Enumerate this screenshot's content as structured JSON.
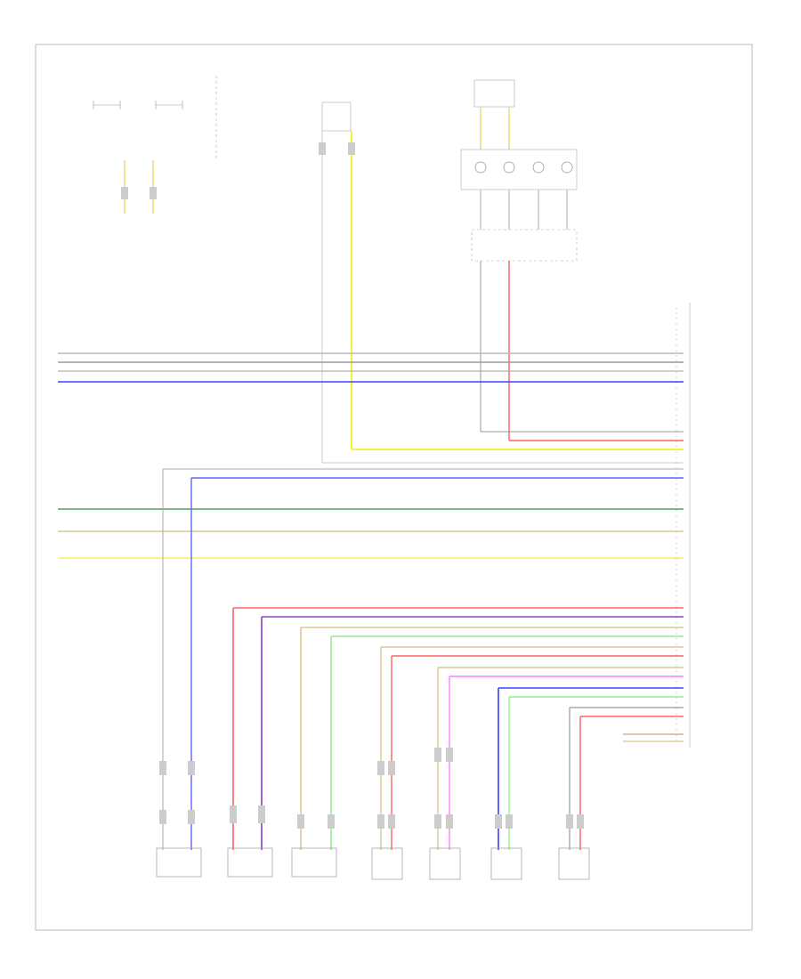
{
  "page_number": "",
  "components": [
    {
      "id": "c1",
      "label": ""
    },
    {
      "id": "c2",
      "label": ""
    },
    {
      "id": "c3",
      "label": ""
    },
    {
      "id": "c4",
      "label": ""
    },
    {
      "id": "c5",
      "label": ""
    },
    {
      "id": "c6",
      "label": ""
    },
    {
      "id": "c7",
      "label": ""
    }
  ],
  "wire_colors": {
    "gray": "#b0b0b0",
    "dark_gray": "#808080",
    "blue": "#4040ff",
    "yellow": "#f0f000",
    "red": "#ff6060",
    "green": "#50b050",
    "tan": "#d8c890",
    "purple": "#9040c0",
    "pink": "#ff80ff",
    "light_green": "#90f090"
  }
}
